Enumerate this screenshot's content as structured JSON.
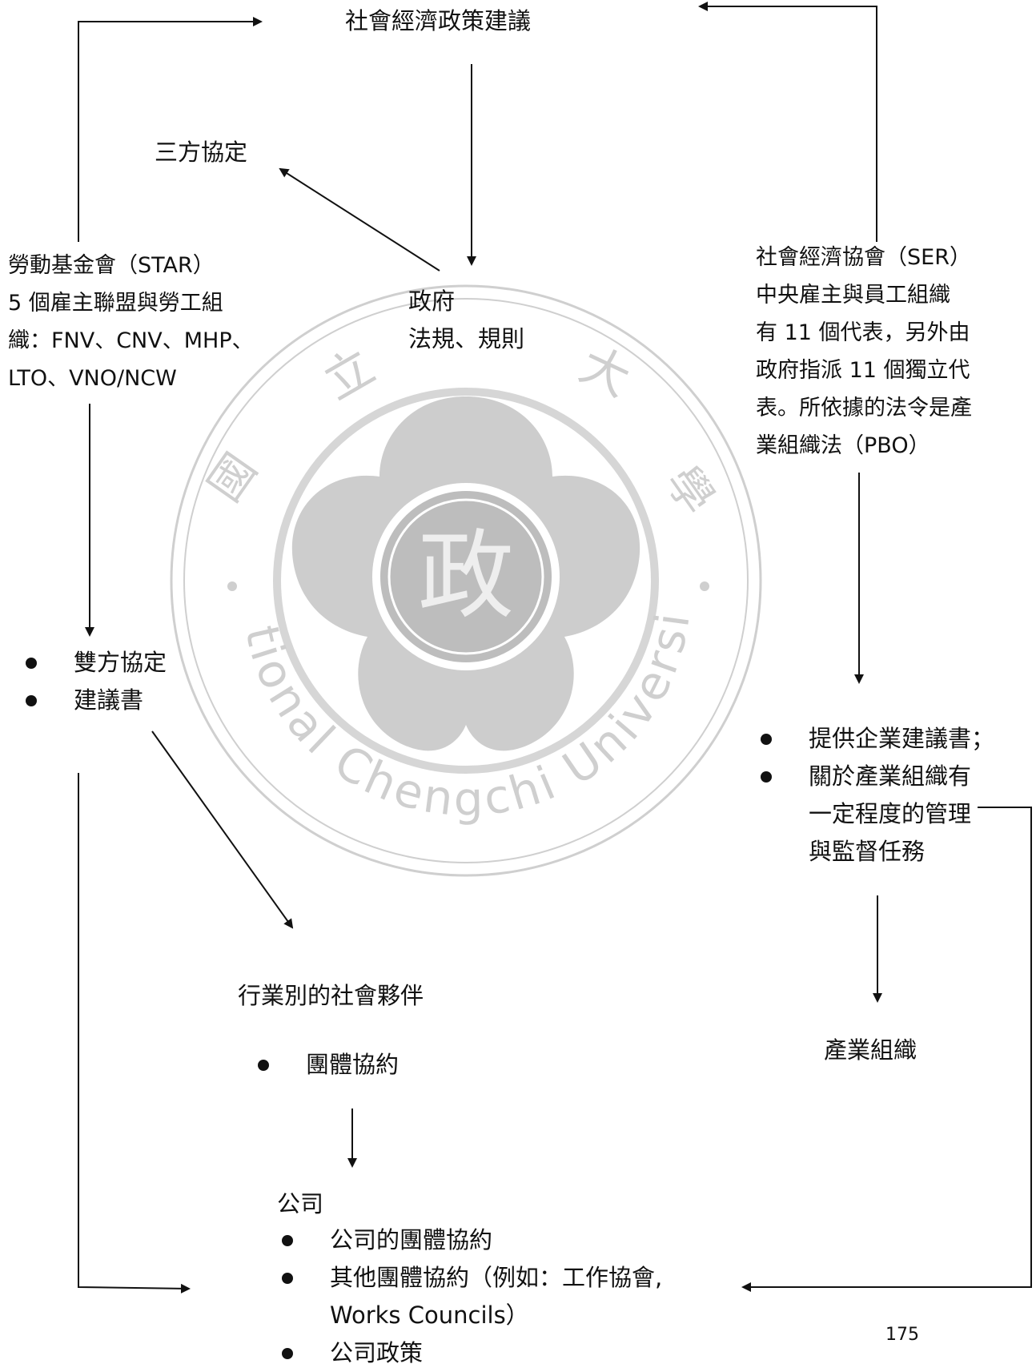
{
  "nodes": {
    "policy_advice": "社會經濟政策建議",
    "tripartite": "三方協定",
    "government": {
      "line1": "政府",
      "line2": "法規、規則"
    },
    "star": {
      "line1": "勞動基金會（STAR）",
      "line2": "5 個雇主聯盟與勞工組",
      "line3": "織：FNV、CNV、MHP、",
      "line4": "LTO、VNO/NCW"
    },
    "ser": {
      "line1": "社會經濟協會（SER）",
      "line2": "中央雇主與員工組織",
      "line3": "有 11 個代表，另外由",
      "line4": "政府指派 11 個獨立代",
      "line5": "表。所依據的法令是產",
      "line6": "業組織法（PBO）"
    },
    "star_outputs": [
      "雙方協定",
      "建議書"
    ],
    "ser_outputs": {
      "item1": "提供企業建議書；",
      "item2_line1": "關於產業組織有",
      "item2_line2": "一定程度的管理",
      "item2_line3": "與監督任務"
    },
    "sector_partners": "行業別的社會夥伴",
    "sector_outputs": [
      "團體協約"
    ],
    "industry_org": "產業組織",
    "company": {
      "title": "公司",
      "item1": "公司的團體協約",
      "item2_line1": "其他團體協約（例如：工作協會,",
      "item2_line2": "Works Councils）",
      "item3": "公司政策"
    }
  },
  "watermark": {
    "text_lower": "National Chengchi University",
    "color": "#c8c8c8"
  },
  "page_number": "175"
}
